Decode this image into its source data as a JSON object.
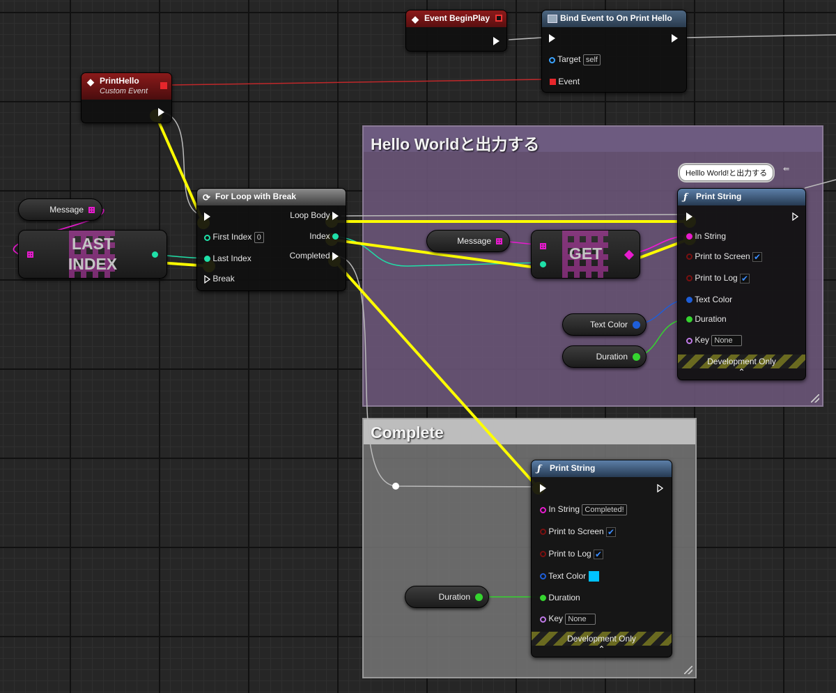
{
  "comments": {
    "hello": {
      "title": "Hello Worldと出力する"
    },
    "complete": {
      "title": "Complete"
    }
  },
  "nodes": {
    "begin_play": {
      "title": "Event BeginPlay"
    },
    "bind_event": {
      "title": "Bind Event to On Print Hello",
      "target_label": "Target",
      "target_value": "self",
      "event_label": "Event"
    },
    "print_hello": {
      "title": "PrintHello",
      "subtitle": "Custom Event"
    },
    "for_loop": {
      "title": "For Loop with Break",
      "first_index_label": "First Index",
      "first_index_value": "0",
      "last_index_label": "Last Index",
      "break_label": "Break",
      "loop_body_label": "Loop Body",
      "index_label": "Index",
      "completed_label": "Completed"
    },
    "last_index": {
      "line1": "LAST",
      "line2": "INDEX"
    },
    "get": {
      "label": "GET"
    },
    "message_var_1": {
      "label": "Message"
    },
    "message_var_2": {
      "label": "Message"
    },
    "text_color_var": {
      "label": "Text Color"
    },
    "duration_var_1": {
      "label": "Duration"
    },
    "duration_var_2": {
      "label": "Duration"
    },
    "print_string_1": {
      "title": "Print String",
      "comment": "Helllo World!と出力する",
      "in_string": "In String",
      "print_to_screen": "Print to Screen",
      "print_to_log": "Print to Log",
      "text_color": "Text Color",
      "duration": "Duration",
      "key": "Key",
      "key_value": "None",
      "dev_only": "Development Only"
    },
    "print_string_2": {
      "title": "Print String",
      "in_string": "In String",
      "in_string_value": "Completed!",
      "print_to_screen": "Print to Screen",
      "print_to_log": "Print to Log",
      "text_color": "Text Color",
      "duration": "Duration",
      "key": "Key",
      "key_value": "None",
      "dev_only": "Development Only"
    }
  },
  "colors": {
    "exec": "#ffffff",
    "event_header": "#8b1a1a",
    "int_pin": "#1fe0a8",
    "string_pin": "#e81bcf",
    "float_pin": "#35d42f",
    "color_pin": "#1e5ed8",
    "name_pin": "#c07ae8",
    "highlight": "#ffff00",
    "text_color_swatch": "#00c2ff"
  }
}
